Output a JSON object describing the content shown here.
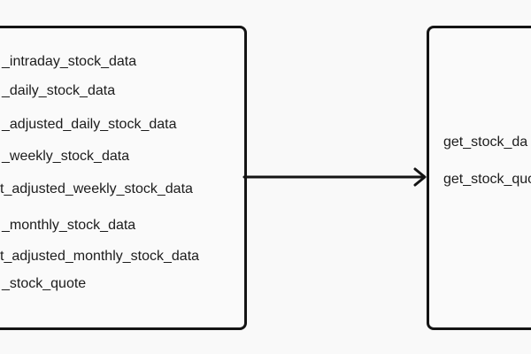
{
  "left_box": {
    "items": [
      "_intraday_stock_data",
      "_daily_stock_data",
      "_adjusted_daily_stock_data",
      "_weekly_stock_data",
      "t_adjusted_weekly_stock_data",
      "_monthly_stock_data",
      "t_adjusted_monthly_stock_data",
      "_stock_quote"
    ]
  },
  "right_box": {
    "items": [
      "get_stock_da",
      "get_stock_quo"
    ]
  },
  "colors": {
    "background": "#f9f9f9",
    "stroke": "#141414",
    "text": "#1c1c1c"
  }
}
